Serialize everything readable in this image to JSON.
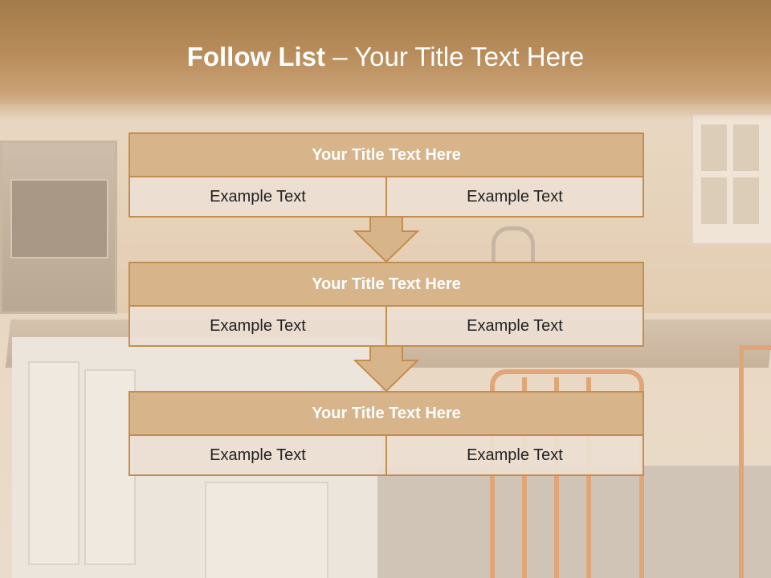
{
  "header": {
    "title_bold": "Follow List",
    "title_rest": " – Your Title Text Here"
  },
  "steps": [
    {
      "title": "Your Title Text Here",
      "left": "Example Text",
      "right": "Example Text"
    },
    {
      "title": "Your Title Text Here",
      "left": "Example Text",
      "right": "Example Text"
    },
    {
      "title": "Your Title Text Here",
      "left": "Example Text",
      "right": "Example Text"
    }
  ],
  "colors": {
    "header": "#b98d5b",
    "box_fill": "#d7b48a",
    "box_border": "#c48d50",
    "cell_fill": "#ecdfd2",
    "arrow_fill": "#d7b48a"
  },
  "icons": [
    "down-arrow-icon"
  ]
}
